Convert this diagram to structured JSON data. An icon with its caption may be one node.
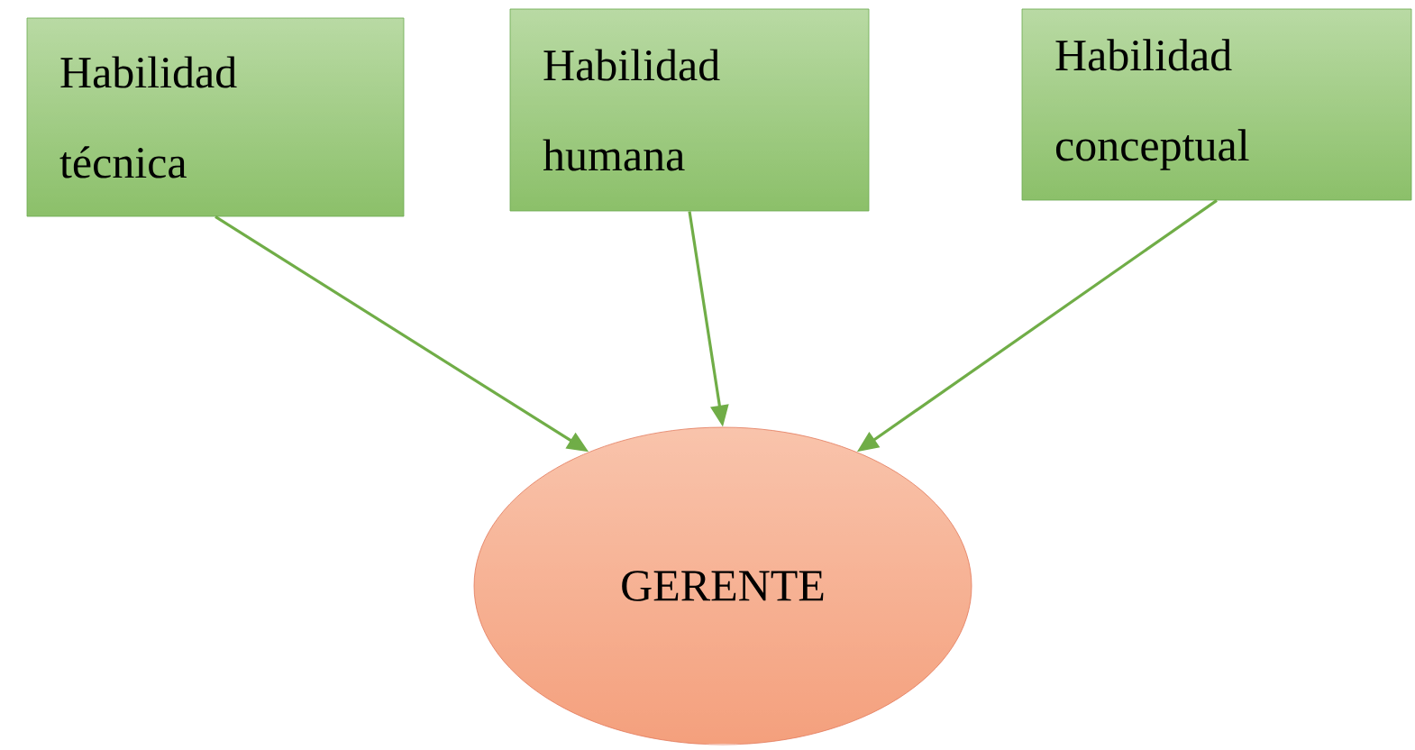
{
  "diagram": {
    "nodes": [
      {
        "text": [
          "Habilidad técnica"
        ]
      },
      {
        "text": [
          "Habilidad humana"
        ]
      },
      {
        "text": [
          "Habilidad conceptual"
        ]
      },
      {
        "text": [
          "GERENTE"
        ]
      }
    ],
    "edges": [
      {
        "from": 0,
        "to": 3,
        "arrow": "to"
      },
      {
        "from": 1,
        "to": 3,
        "arrow": "to"
      },
      {
        "from": 2,
        "to": 3,
        "arrow": "to"
      }
    ]
  }
}
